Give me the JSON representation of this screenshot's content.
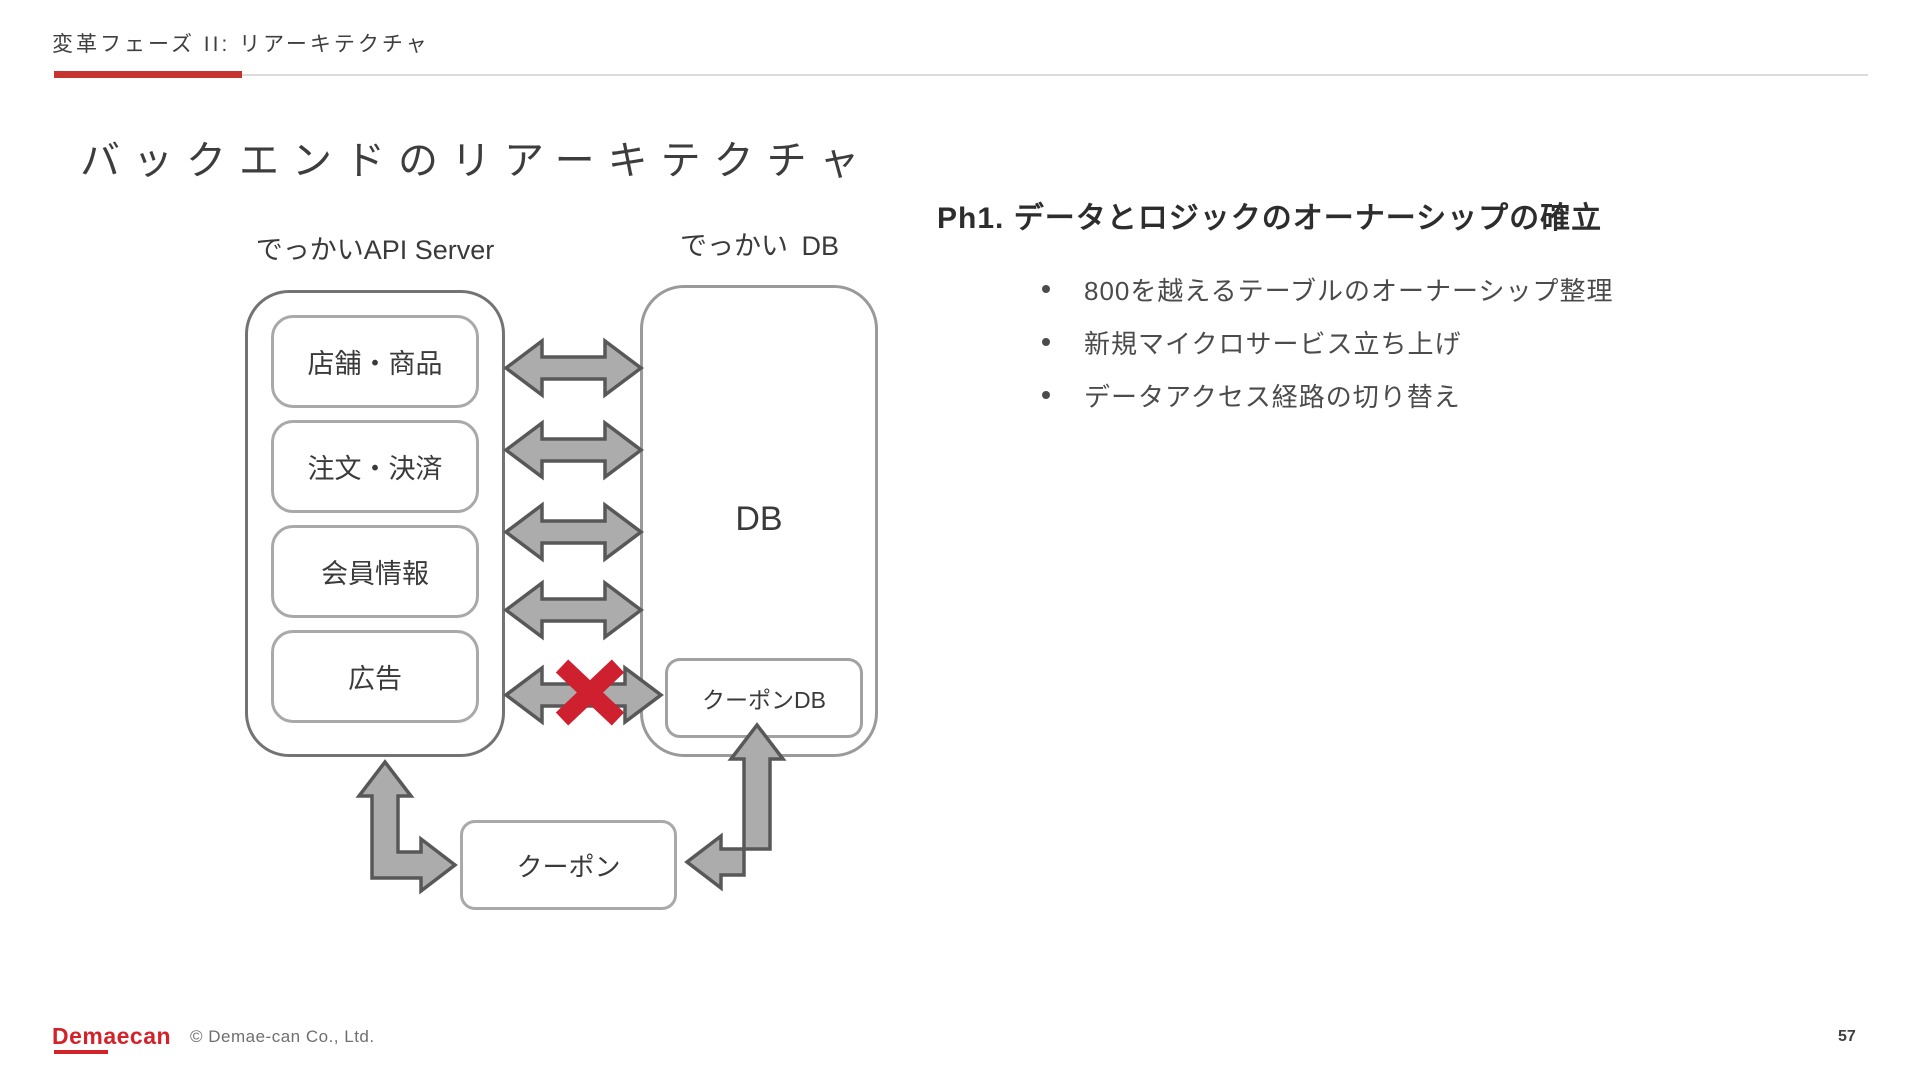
{
  "slide": {
    "header_label": "変革フェーズ II:  リアーキテクチャ",
    "title": "バックエンドのリアーキテクチャ",
    "page_number": "57",
    "footer": {
      "logo_text": "Demaecan",
      "copyright": "© Demae-can Co., Ltd."
    }
  },
  "diagram": {
    "api_server": {
      "label": "でっかいAPI Server",
      "services": [
        "店舗・商品",
        "注文・決済",
        "会員情報",
        "広告"
      ]
    },
    "db": {
      "label_line1": "でっかい",
      "label_line2": "DB",
      "name": "DB",
      "coupon_db_label": "クーポンDB"
    },
    "coupon_service_label": "クーポン",
    "blocked_connection": "広告-クーポンDB"
  },
  "panel": {
    "heading": "Ph1. データとロジックのオーナーシップの確立",
    "bullets": [
      "800を越えるテーブルのオーナーシップ整理",
      "新規マイクロサービス立ち上げ",
      "データアクセス経路の切り替え"
    ]
  },
  "colors": {
    "accent_red": "#c5342e",
    "logo_red": "#d2232a",
    "cross_red": "#ce202e",
    "arrow_fill": "#acacac",
    "arrow_stroke": "#585858"
  }
}
